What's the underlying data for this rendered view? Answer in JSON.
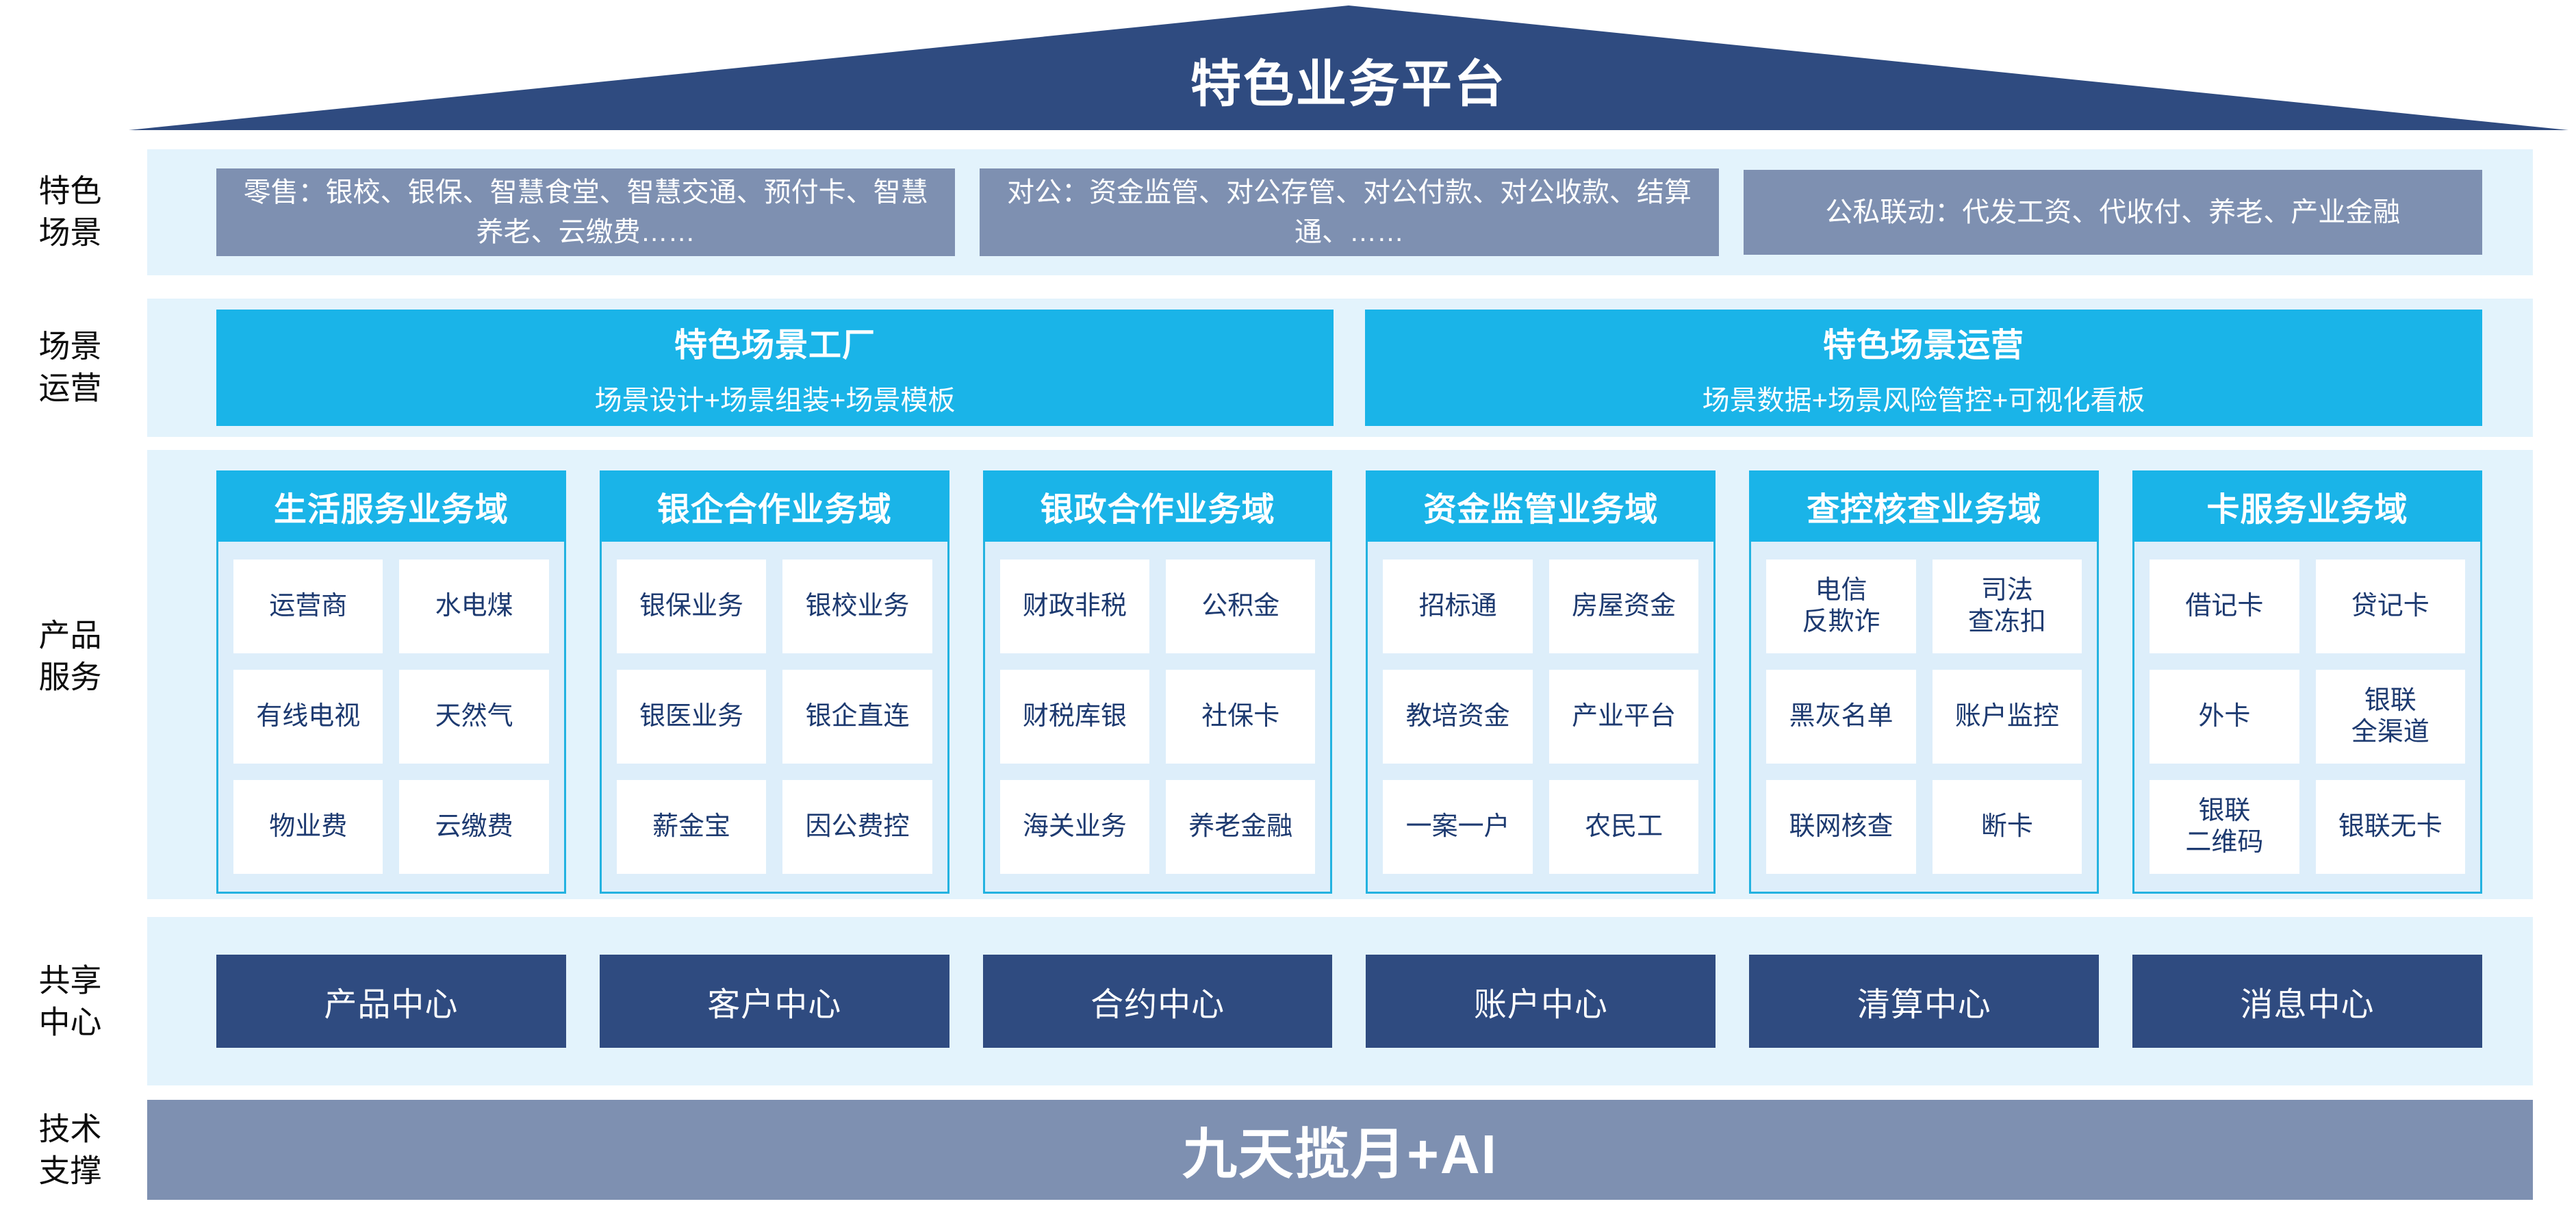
{
  "roof": {
    "title": "特色业务平台"
  },
  "scenes": {
    "label": "特色\n场景",
    "boxes": [
      "零售：银校、银保、智慧食堂、智慧交通、预付卡、智慧养老、云缴费……",
      "对公：资金监管、对公存管、对公付款、对公收款、结算通、……",
      "公私联动：代发工资、代收付、养老、产业金融"
    ]
  },
  "operations": {
    "label": "场景\n运营",
    "cards": [
      {
        "title": "特色场景工厂",
        "subtitle": "场景设计+场景组装+场景模板"
      },
      {
        "title": "特色场景运营",
        "subtitle": "场景数据+场景风险管控+可视化看板"
      }
    ]
  },
  "products": {
    "label": "产品\n服务",
    "domains": [
      {
        "title": "生活服务业务域",
        "cells": [
          "运营商",
          "水电煤",
          "有线电视",
          "天然气",
          "物业费",
          "云缴费"
        ]
      },
      {
        "title": "银企合作业务域",
        "cells": [
          "银保业务",
          "银校业务",
          "银医业务",
          "银企直连",
          "薪金宝",
          "因公费控"
        ]
      },
      {
        "title": "银政合作业务域",
        "cells": [
          "财政非税",
          "公积金",
          "财税库银",
          "社保卡",
          "海关业务",
          "养老金融"
        ]
      },
      {
        "title": "资金监管业务域",
        "cells": [
          "招标通",
          "房屋资金",
          "教培资金",
          "产业平台",
          "一案一户",
          "农民工"
        ]
      },
      {
        "title": "查控核查业务域",
        "cells": [
          "电信\n反欺诈",
          "司法\n查冻扣",
          "黑灰名单",
          "账户监控",
          "联网核查",
          "断卡"
        ]
      },
      {
        "title": "卡服务业务域",
        "cells": [
          "借记卡",
          "贷记卡",
          "外卡",
          "银联\n全渠道",
          "银联\n二维码",
          "银联无卡"
        ]
      }
    ]
  },
  "centers": {
    "label": "共享\n中心",
    "items": [
      "产品中心",
      "客户中心",
      "合约中心",
      "账户中心",
      "清算中心",
      "消息中心"
    ]
  },
  "tech": {
    "label": "技术\n支撑",
    "text": "九天揽月+AI"
  },
  "colors": {
    "roof_navy": "#2f4b80",
    "slate_blue": "#7e90b1",
    "cyan": "#1ab4e8",
    "band_background": "#e3f3fc",
    "domain_body_background": "#ddeefa",
    "domain_border": "#23b2e0",
    "cell_text_navy": "#1d3a70",
    "center_box_navy": "#2f4b80"
  }
}
